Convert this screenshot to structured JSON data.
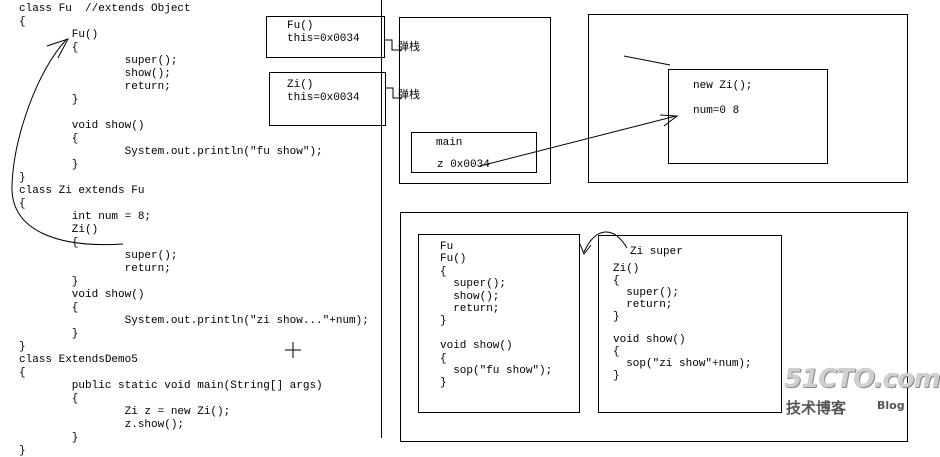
{
  "code": {
    "lines": [
      "class Fu  //extends Object",
      "{",
      "        Fu()",
      "        {",
      "                super();",
      "                show();",
      "                return;",
      "        }",
      "",
      "        void show()",
      "        {",
      "                System.out.println(\"fu show\");",
      "        }",
      "}",
      "class Zi extends Fu",
      "{",
      "        int num = 8;",
      "        Zi()",
      "        {",
      "                super();",
      "                return;",
      "        }",
      "        void show()",
      "        {",
      "                System.out.println(\"zi show...\"+num);",
      "        }",
      "}",
      "class ExtendsDemo5",
      "{",
      "        public static void main(String[] args)",
      "        {",
      "                Zi z = new Zi();",
      "                z.show();",
      "        }",
      "}"
    ]
  },
  "stack": {
    "fu_frame": {
      "line1": "Fu()",
      "line2": "this=0x0034",
      "label": "弹栈"
    },
    "zi_frame": {
      "line1": "Zi()",
      "line2": "this=0x0034",
      "label": "弹栈"
    },
    "main_frame": {
      "title": "main",
      "var": "z 0x0034"
    }
  },
  "heap": {
    "object": {
      "line1": "new Zi();",
      "line2": "num=0 8"
    }
  },
  "method_area": {
    "fu_class": {
      "lines": [
        "Fu",
        "Fu()",
        "{",
        "  super();",
        "  show();",
        "  return;",
        "}",
        "",
        "void show()",
        "{",
        "  sop(\"fu show\");",
        "}"
      ]
    },
    "zi_class": {
      "header": "Zi super",
      "lines": [
        "Zi()",
        "{",
        "  super();",
        "  return;",
        "}",
        "",
        "void show()",
        "{",
        "  sop(\"zi show\"+num);",
        "}"
      ]
    }
  },
  "watermark": {
    "brand": "51CTO.com",
    "sub": "技术博客",
    "blog": "Blog"
  }
}
